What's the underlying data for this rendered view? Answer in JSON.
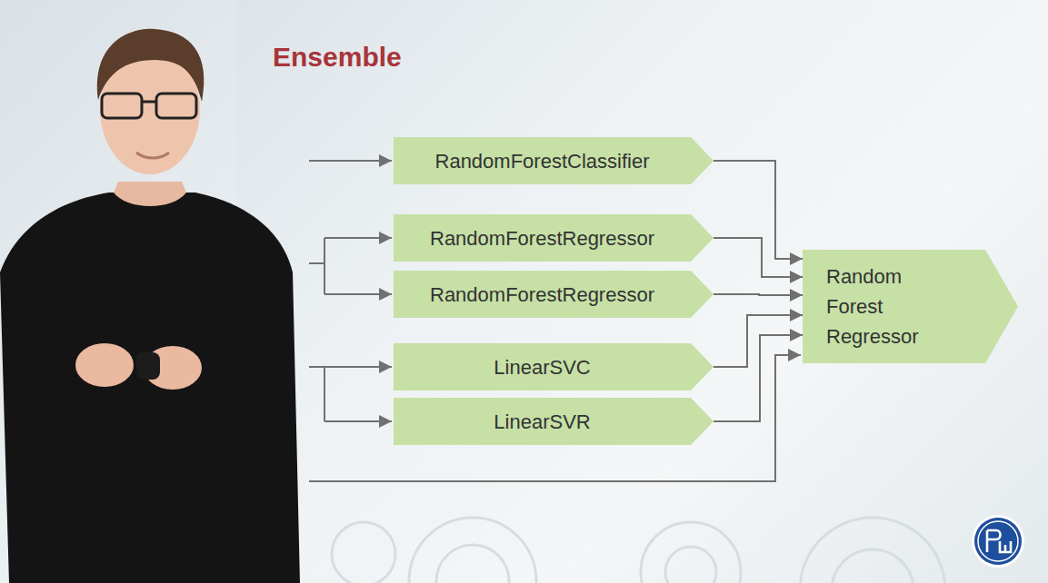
{
  "diagram": {
    "title": "Ensemble",
    "nodes": [
      {
        "text": [
          "RandomForestClassifier"
        ]
      },
      {
        "text": [
          "RandomForestRegressor"
        ]
      },
      {
        "text": [
          "RandomForestRegressor"
        ]
      },
      {
        "text": [
          "LinearSVC"
        ]
      },
      {
        "text": [
          "LinearSVR"
        ]
      },
      {
        "text": [
          "Random Forest Regressor"
        ]
      }
    ],
    "edges": [
      {
        "from": 0,
        "to": 5,
        "arrow": "to"
      },
      {
        "from": 1,
        "to": 5,
        "arrow": "to"
      },
      {
        "from": 2,
        "to": 5,
        "arrow": "to"
      },
      {
        "from": 3,
        "to": 5,
        "arrow": "to"
      },
      {
        "from": 4,
        "to": 5,
        "arrow": "to"
      }
    ]
  }
}
